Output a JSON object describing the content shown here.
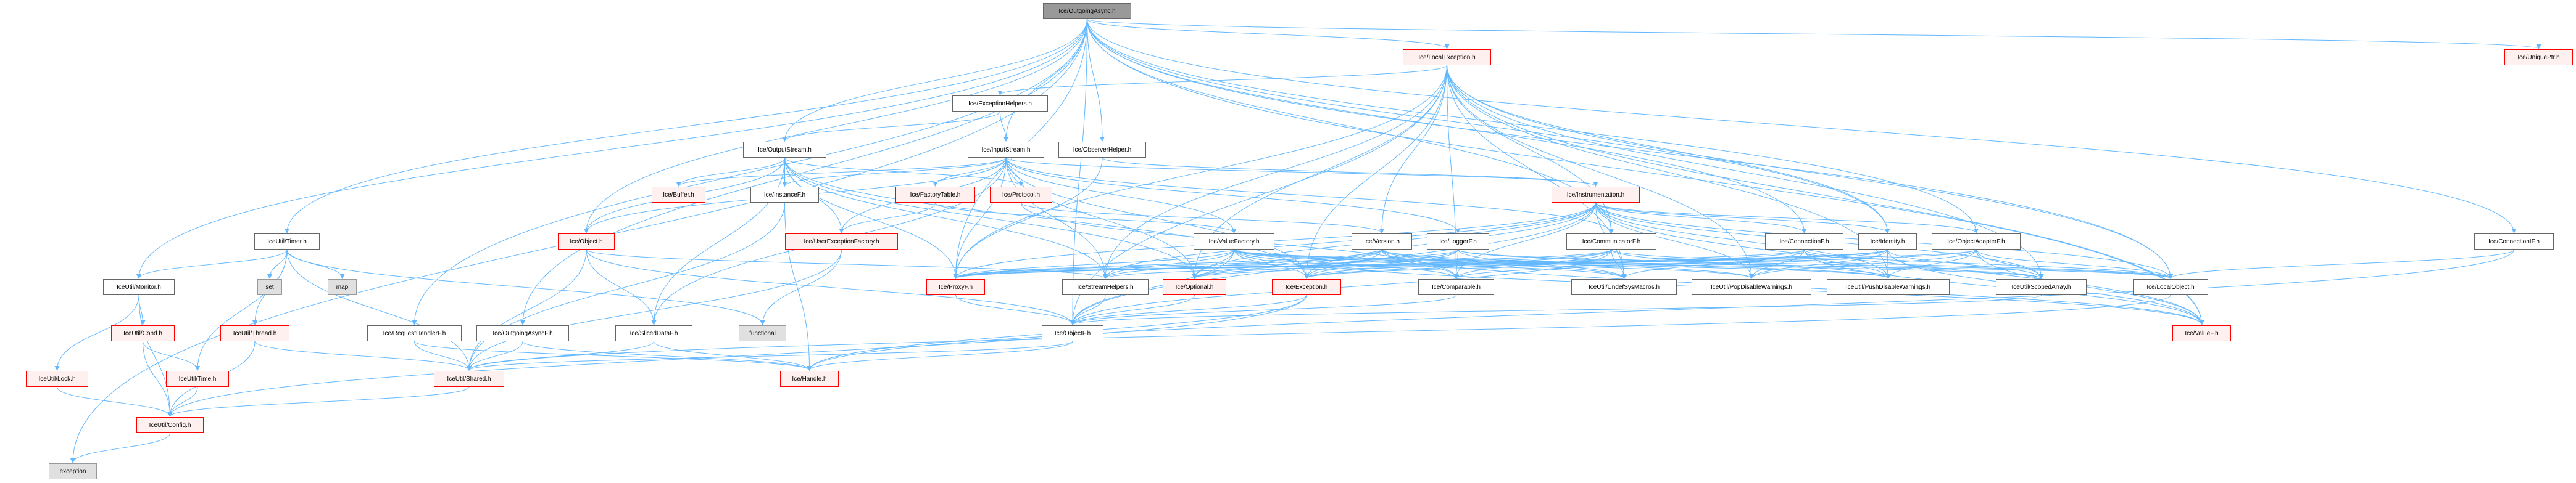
{
  "title": "Ice/OutgoingAsync.h",
  "colors": {
    "edge": "#63b8ff",
    "red_border": "#ff0000",
    "red_fill": "#fff0f0",
    "ext_fill": "#e0e0e0",
    "root_fill": "#999999"
  },
  "nodes": [
    {
      "id": "root",
      "label": "Ice/OutgoingAsync.h",
      "style": "root"
    },
    {
      "id": "localexc",
      "label": "Ice/LocalException.h",
      "style": "red"
    },
    {
      "id": "uniqueptr",
      "label": "Ice/UniquePtr.h",
      "style": "red"
    },
    {
      "id": "exchelpers",
      "label": "Ice/ExceptionHelpers.h",
      "style": "plain"
    },
    {
      "id": "outstream",
      "label": "Ice/OutputStream.h",
      "style": "plain"
    },
    {
      "id": "instream",
      "label": "Ice/InputStream.h",
      "style": "plain"
    },
    {
      "id": "observer",
      "label": "Ice/ObserverHelper.h",
      "style": "plain"
    },
    {
      "id": "buffer",
      "label": "Ice/Buffer.h",
      "style": "red"
    },
    {
      "id": "instancef",
      "label": "Ice/InstanceF.h",
      "style": "plain"
    },
    {
      "id": "factorytable",
      "label": "Ice/FactoryTable.h",
      "style": "red"
    },
    {
      "id": "protocol",
      "label": "Ice/Protocol.h",
      "style": "red"
    },
    {
      "id": "instrumentation",
      "label": "Ice/Instrumentation.h",
      "style": "red"
    },
    {
      "id": "timer",
      "label": "IceUtil/Timer.h",
      "style": "plain"
    },
    {
      "id": "object",
      "label": "Ice/Object.h",
      "style": "red"
    },
    {
      "id": "userexcfactory",
      "label": "Ice/UserExceptionFactory.h",
      "style": "red"
    },
    {
      "id": "valuefactory",
      "label": "Ice/ValueFactory.h",
      "style": "plain"
    },
    {
      "id": "version",
      "label": "Ice/Version.h",
      "style": "plain"
    },
    {
      "id": "loggerf",
      "label": "Ice/LoggerF.h",
      "style": "plain"
    },
    {
      "id": "communicatorf",
      "label": "Ice/CommunicatorF.h",
      "style": "plain"
    },
    {
      "id": "connectionf",
      "label": "Ice/ConnectionF.h",
      "style": "plain"
    },
    {
      "id": "identity",
      "label": "Ice/Identity.h",
      "style": "plain"
    },
    {
      "id": "objectadapterf",
      "label": "Ice/ObjectAdapterF.h",
      "style": "plain"
    },
    {
      "id": "connectionif",
      "label": "Ice/ConnectionIF.h",
      "style": "plain"
    },
    {
      "id": "monitor",
      "label": "IceUtil/Monitor.h",
      "style": "plain"
    },
    {
      "id": "set",
      "label": "set",
      "style": "ext"
    },
    {
      "id": "map",
      "label": "map",
      "style": "ext"
    },
    {
      "id": "proxyf",
      "label": "Ice/ProxyF.h",
      "style": "red"
    },
    {
      "id": "streamhelpers",
      "label": "Ice/StreamHelpers.h",
      "style": "plain"
    },
    {
      "id": "optional",
      "label": "Ice/Optional.h",
      "style": "red"
    },
    {
      "id": "exception_h",
      "label": "Ice/Exception.h",
      "style": "red"
    },
    {
      "id": "comparable",
      "label": "Ice/Comparable.h",
      "style": "plain"
    },
    {
      "id": "undef",
      "label": "IceUtil/UndefSysMacros.h",
      "style": "plain"
    },
    {
      "id": "popdisable",
      "label": "IceUtil/PopDisableWarnings.h",
      "style": "plain"
    },
    {
      "id": "pushdisable",
      "label": "IceUtil/PushDisableWarnings.h",
      "style": "plain"
    },
    {
      "id": "scopedarray",
      "label": "IceUtil/ScopedArray.h",
      "style": "plain"
    },
    {
      "id": "localobject",
      "label": "Ice/LocalObject.h",
      "style": "plain"
    },
    {
      "id": "cond",
      "label": "IceUtil/Cond.h",
      "style": "red"
    },
    {
      "id": "thread",
      "label": "IceUtil/Thread.h",
      "style": "red"
    },
    {
      "id": "requesthandlerf",
      "label": "Ice/RequestHandlerF.h",
      "style": "plain"
    },
    {
      "id": "outgoingasyncf",
      "label": "Ice/OutgoingAsyncF.h",
      "style": "plain"
    },
    {
      "id": "sliceddataf",
      "label": "Ice/SlicedDataF.h",
      "style": "plain"
    },
    {
      "id": "functional",
      "label": "functional",
      "style": "ext"
    },
    {
      "id": "objectf",
      "label": "Ice/ObjectF.h",
      "style": "plain"
    },
    {
      "id": "valuef",
      "label": "Ice/ValueF.h",
      "style": "red"
    },
    {
      "id": "lock",
      "label": "IceUtil/Lock.h",
      "style": "red"
    },
    {
      "id": "time",
      "label": "IceUtil/Time.h",
      "style": "red"
    },
    {
      "id": "shared",
      "label": "IceUtil/Shared.h",
      "style": "red"
    },
    {
      "id": "handle",
      "label": "Ice/Handle.h",
      "style": "red"
    },
    {
      "id": "config",
      "label": "IceUtil/Config.h",
      "style": "red"
    },
    {
      "id": "exception",
      "label": "exception",
      "style": "ext"
    }
  ],
  "edges": [
    [
      "root",
      "localexc"
    ],
    [
      "root",
      "uniqueptr"
    ],
    [
      "root",
      "instream"
    ],
    [
      "root",
      "observer"
    ],
    [
      "root",
      "outstream"
    ],
    [
      "root",
      "timer"
    ],
    [
      "root",
      "monitor"
    ],
    [
      "root",
      "exception"
    ],
    [
      "root",
      "requesthandlerf"
    ],
    [
      "root",
      "outgoingasyncf"
    ],
    [
      "root",
      "connectionif"
    ],
    [
      "root",
      "objectf"
    ],
    [
      "root",
      "proxyf"
    ],
    [
      "root",
      "communicatorf"
    ],
    [
      "root",
      "connectionf"
    ],
    [
      "root",
      "identity"
    ],
    [
      "root",
      "objectadapterf"
    ],
    [
      "root",
      "localobject"
    ],
    [
      "root",
      "valuef"
    ],
    [
      "root",
      "object"
    ],
    [
      "localexc",
      "exchelpers"
    ],
    [
      "localexc",
      "exception_h"
    ],
    [
      "localexc",
      "version"
    ],
    [
      "localexc",
      "comparable"
    ],
    [
      "localexc",
      "proxyf"
    ],
    [
      "localexc",
      "optional"
    ],
    [
      "localexc",
      "streamhelpers"
    ],
    [
      "localexc",
      "objectf"
    ],
    [
      "localexc",
      "valuef"
    ],
    [
      "localexc",
      "localobject"
    ],
    [
      "localexc",
      "scopedarray"
    ],
    [
      "localexc",
      "pushdisable"
    ],
    [
      "localexc",
      "popdisable"
    ],
    [
      "localexc",
      "undef"
    ],
    [
      "localexc",
      "identity"
    ],
    [
      "localexc",
      "communicatorf"
    ],
    [
      "exchelpers",
      "instream"
    ],
    [
      "exchelpers",
      "outstream"
    ],
    [
      "instream",
      "factorytable"
    ],
    [
      "instream",
      "protocol"
    ],
    [
      "instream",
      "buffer"
    ],
    [
      "instream",
      "instancef"
    ],
    [
      "instream",
      "object"
    ],
    [
      "instream",
      "valuefactory"
    ],
    [
      "instream",
      "proxyf"
    ],
    [
      "instream",
      "streamhelpers"
    ],
    [
      "instream",
      "optional"
    ],
    [
      "instream",
      "exception_h"
    ],
    [
      "instream",
      "instrumentation"
    ],
    [
      "instream",
      "communicatorf"
    ],
    [
      "instream",
      "loggerf"
    ],
    [
      "instream",
      "sliceddataf"
    ],
    [
      "instream",
      "userexcfactory"
    ],
    [
      "outstream",
      "buffer"
    ],
    [
      "outstream",
      "instancef"
    ],
    [
      "outstream",
      "object"
    ],
    [
      "outstream",
      "sliceddataf"
    ],
    [
      "outstream",
      "proxyf"
    ],
    [
      "outstream",
      "streamhelpers"
    ],
    [
      "outstream",
      "protocol"
    ],
    [
      "outstream",
      "optional"
    ],
    [
      "outstream",
      "exception_h"
    ],
    [
      "outstream",
      "userexcfactory"
    ],
    [
      "observer",
      "instrumentation"
    ],
    [
      "observer",
      "proxyf"
    ],
    [
      "factorytable",
      "userexcfactory"
    ],
    [
      "factorytable",
      "valuefactory"
    ],
    [
      "protocol",
      "version"
    ],
    [
      "protocol",
      "comparable"
    ],
    [
      "instrumentation",
      "exception_h"
    ],
    [
      "instrumentation",
      "proxyf"
    ],
    [
      "instrumentation",
      "streamhelpers"
    ],
    [
      "instrumentation",
      "optional"
    ],
    [
      "instrumentation",
      "comparable"
    ],
    [
      "instrumentation",
      "connectionf"
    ],
    [
      "instrumentation",
      "localobject"
    ],
    [
      "instrumentation",
      "valuef"
    ],
    [
      "instrumentation",
      "objectf"
    ],
    [
      "instrumentation",
      "undef"
    ],
    [
      "instrumentation",
      "pushdisable"
    ],
    [
      "instrumentation",
      "popdisable"
    ],
    [
      "instrumentation",
      "scopedarray"
    ],
    [
      "instrumentation",
      "identity"
    ],
    [
      "instrumentation",
      "objectadapterf"
    ],
    [
      "valuefactory",
      "exception_h"
    ],
    [
      "valuefactory",
      "optional"
    ],
    [
      "valuefactory",
      "proxyf"
    ],
    [
      "valuefactory",
      "streamhelpers"
    ],
    [
      "valuefactory",
      "objectf"
    ],
    [
      "valuefactory",
      "valuef"
    ],
    [
      "valuefactory",
      "localobject"
    ],
    [
      "valuefactory",
      "comparable"
    ],
    [
      "valuefactory",
      "popdisable"
    ],
    [
      "valuefactory",
      "pushdisable"
    ],
    [
      "valuefactory",
      "undef"
    ],
    [
      "valuefactory",
      "scopedarray"
    ],
    [
      "version",
      "proxyf"
    ],
    [
      "version",
      "streamhelpers"
    ],
    [
      "version",
      "optional"
    ],
    [
      "version",
      "exception_h"
    ],
    [
      "version",
      "comparable"
    ],
    [
      "version",
      "undef"
    ],
    [
      "version",
      "popdisable"
    ],
    [
      "version",
      "pushdisable"
    ],
    [
      "version",
      "valuef"
    ],
    [
      "loggerf",
      "proxyf"
    ],
    [
      "loggerf",
      "optional"
    ],
    [
      "loggerf",
      "exception_h"
    ],
    [
      "loggerf",
      "comparable"
    ],
    [
      "loggerf",
      "localobject"
    ],
    [
      "loggerf",
      "undef"
    ],
    [
      "loggerf",
      "scopedarray"
    ],
    [
      "communicatorf",
      "proxyf"
    ],
    [
      "communicatorf",
      "optional"
    ],
    [
      "communicatorf",
      "exception_h"
    ],
    [
      "communicatorf",
      "comparable"
    ],
    [
      "communicatorf",
      "localobject"
    ],
    [
      "communicatorf",
      "undef"
    ],
    [
      "communicatorf",
      "pushdisable"
    ],
    [
      "communicatorf",
      "objectf"
    ],
    [
      "connectionf",
      "proxyf"
    ],
    [
      "connectionf",
      "exception_h"
    ],
    [
      "connectionf",
      "localobject"
    ],
    [
      "connectionf",
      "undef"
    ],
    [
      "connectionf",
      "popdisable"
    ],
    [
      "connectionf",
      "pushdisable"
    ],
    [
      "connectionf",
      "valuef"
    ],
    [
      "identity",
      "proxyf"
    ],
    [
      "identity",
      "streamhelpers"
    ],
    [
      "identity",
      "optional"
    ],
    [
      "identity",
      "comparable"
    ],
    [
      "identity",
      "scopedarray"
    ],
    [
      "identity",
      "popdisable"
    ],
    [
      "identity",
      "pushdisable"
    ],
    [
      "identity",
      "valuef"
    ],
    [
      "objectadapterf",
      "proxyf"
    ],
    [
      "objectadapterf",
      "exception_h"
    ],
    [
      "objectadapterf",
      "localobject"
    ],
    [
      "objectadapterf",
      "scopedarray"
    ],
    [
      "objectadapterf",
      "popdisable"
    ],
    [
      "objectadapterf",
      "pushdisable"
    ],
    [
      "objectadapterf",
      "valuef"
    ],
    [
      "connectionif",
      "localobject"
    ],
    [
      "connectionif",
      "handle"
    ],
    [
      "object",
      "sliceddataf"
    ],
    [
      "object",
      "shared"
    ],
    [
      "object",
      "objectf"
    ],
    [
      "object",
      "streamhelpers"
    ],
    [
      "userexcfactory",
      "shared"
    ],
    [
      "userexcfactory",
      "functional"
    ],
    [
      "instancef",
      "handle"
    ],
    [
      "instancef",
      "shared"
    ],
    [
      "timer",
      "monitor"
    ],
    [
      "timer",
      "set"
    ],
    [
      "timer",
      "map"
    ],
    [
      "timer",
      "thread"
    ],
    [
      "timer",
      "time"
    ],
    [
      "timer",
      "shared"
    ],
    [
      "timer",
      "functional"
    ],
    [
      "monitor",
      "lock"
    ],
    [
      "monitor",
      "cond"
    ],
    [
      "monitor",
      "config"
    ],
    [
      "cond",
      "time"
    ],
    [
      "cond",
      "config"
    ],
    [
      "thread",
      "shared"
    ],
    [
      "thread",
      "config"
    ],
    [
      "lock",
      "config"
    ],
    [
      "time",
      "config"
    ],
    [
      "shared",
      "config"
    ],
    [
      "config",
      "exception"
    ],
    [
      "requesthandlerf",
      "shared"
    ],
    [
      "requesthandlerf",
      "handle"
    ],
    [
      "outgoingasyncf",
      "shared"
    ],
    [
      "outgoingasyncf",
      "handle"
    ],
    [
      "sliceddataf",
      "shared"
    ],
    [
      "sliceddataf",
      "handle"
    ],
    [
      "streamhelpers",
      "objectf"
    ],
    [
      "exception_h",
      "objectf"
    ],
    [
      "exception_h",
      "handle"
    ],
    [
      "exception_h",
      "config"
    ],
    [
      "objectf",
      "shared"
    ],
    [
      "objectf",
      "handle"
    ],
    [
      "proxyf",
      "objectf"
    ],
    [
      "optional",
      "objectf"
    ],
    [
      "comparable",
      "objectf"
    ],
    [
      "scopedarray",
      "objectf"
    ],
    [
      "localobject",
      "shared"
    ]
  ]
}
